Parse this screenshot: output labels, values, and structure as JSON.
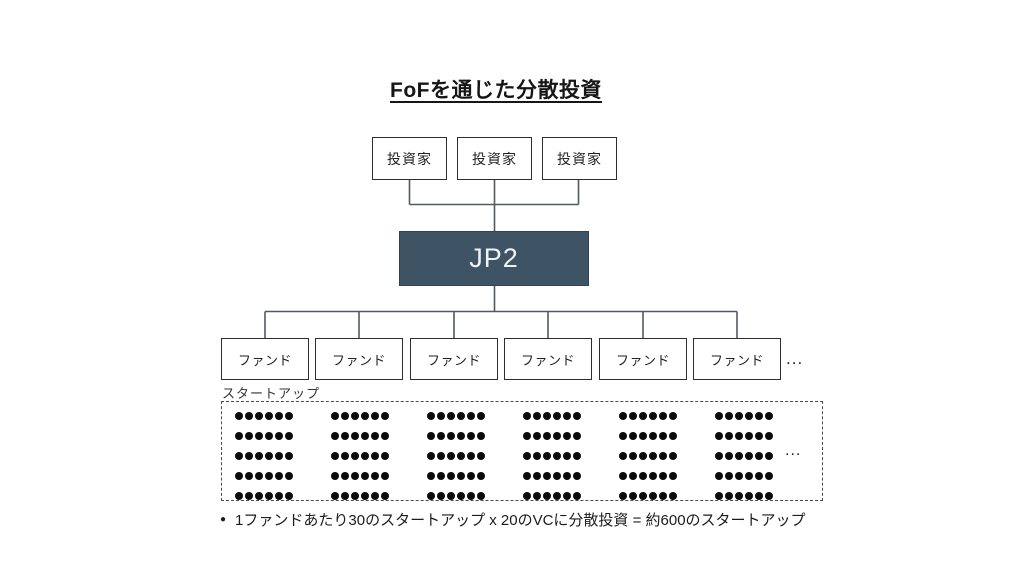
{
  "title": "FoFを通じた分散投資",
  "diagram": {
    "investors": [
      {
        "label": "投資家"
      },
      {
        "label": "投資家"
      },
      {
        "label": "投資家"
      }
    ],
    "fof_label": "JP2",
    "funds": [
      {
        "label": "ファンド"
      },
      {
        "label": "ファンド"
      },
      {
        "label": "ファンド"
      },
      {
        "label": "ファンド"
      },
      {
        "label": "ファンド"
      },
      {
        "label": "ファンド"
      }
    ],
    "funds_ellipsis": "...",
    "startups": {
      "label": "スタートアップ",
      "groups": 6,
      "dots_per_group": {
        "rows": 5,
        "cols": 6,
        "total": 30
      },
      "ellipsis": "..."
    }
  },
  "footnote": {
    "bullet": "●",
    "text": "1ファンドあたり30のスタートアップ x 20のVCに分散投資 = 約600のスタートアップ"
  },
  "colors": {
    "background": "#ffffff",
    "box_border": "#2e2e2e",
    "connector_line": "#51585f",
    "fof_box_bg": "#3e5465",
    "fof_box_text": "#eef2f5",
    "dot": "#0b0b0b",
    "text": "#1f1f1f"
  }
}
